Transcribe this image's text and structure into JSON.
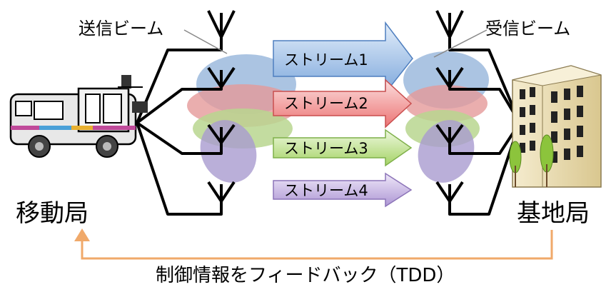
{
  "labels": {
    "tx_beam": "送信ビーム",
    "rx_beam": "受信ビーム",
    "mobile_station": "移動局",
    "base_station": "基地局",
    "feedback": "制御情報をフィードバック（TDD）"
  },
  "streams": [
    {
      "label": "ストリーム1",
      "fill": "#7aa6dc",
      "fill_light": "#d6e6f8",
      "stroke": "#4f7fbf"
    },
    {
      "label": "ストリーム2",
      "fill": "#ef7c7c",
      "fill_light": "#fbd9d9",
      "stroke": "#c94f4f"
    },
    {
      "label": "ストリーム3",
      "fill": "#a8d46c",
      "fill_light": "#e6f5d2",
      "stroke": "#7fb04a"
    },
    {
      "label": "ストリーム4",
      "fill": "#b29bd6",
      "fill_light": "#ebe3f7",
      "stroke": "#8c74b8"
    }
  ],
  "beam_colors": [
    "#8fb0d8",
    "#e59a9a",
    "#b9d68f",
    "#a99bcf"
  ],
  "colors": {
    "feedback_arrow": "#f0a96a",
    "wire": "#000000"
  },
  "icons": {
    "mobile": "van-icon",
    "base": "building-icon",
    "antenna": "antenna-icon"
  }
}
